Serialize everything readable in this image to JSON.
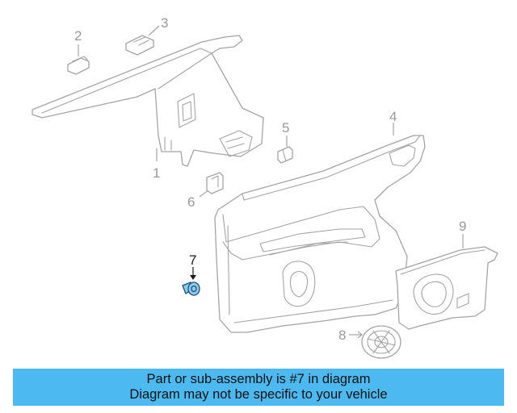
{
  "diagram": {
    "callouts": [
      "1",
      "2",
      "3",
      "4",
      "5",
      "6",
      "7",
      "8",
      "9"
    ],
    "highlighted_callout": "7"
  },
  "colors": {
    "banner_background": "#4cb9f0",
    "highlight_part": "#8ec9ee",
    "line_art": "#a4a4a4"
  },
  "banner": {
    "line1": "Part or sub-assembly is #7 in diagram",
    "line2": "Diagram may not be specific to your vehicle"
  }
}
